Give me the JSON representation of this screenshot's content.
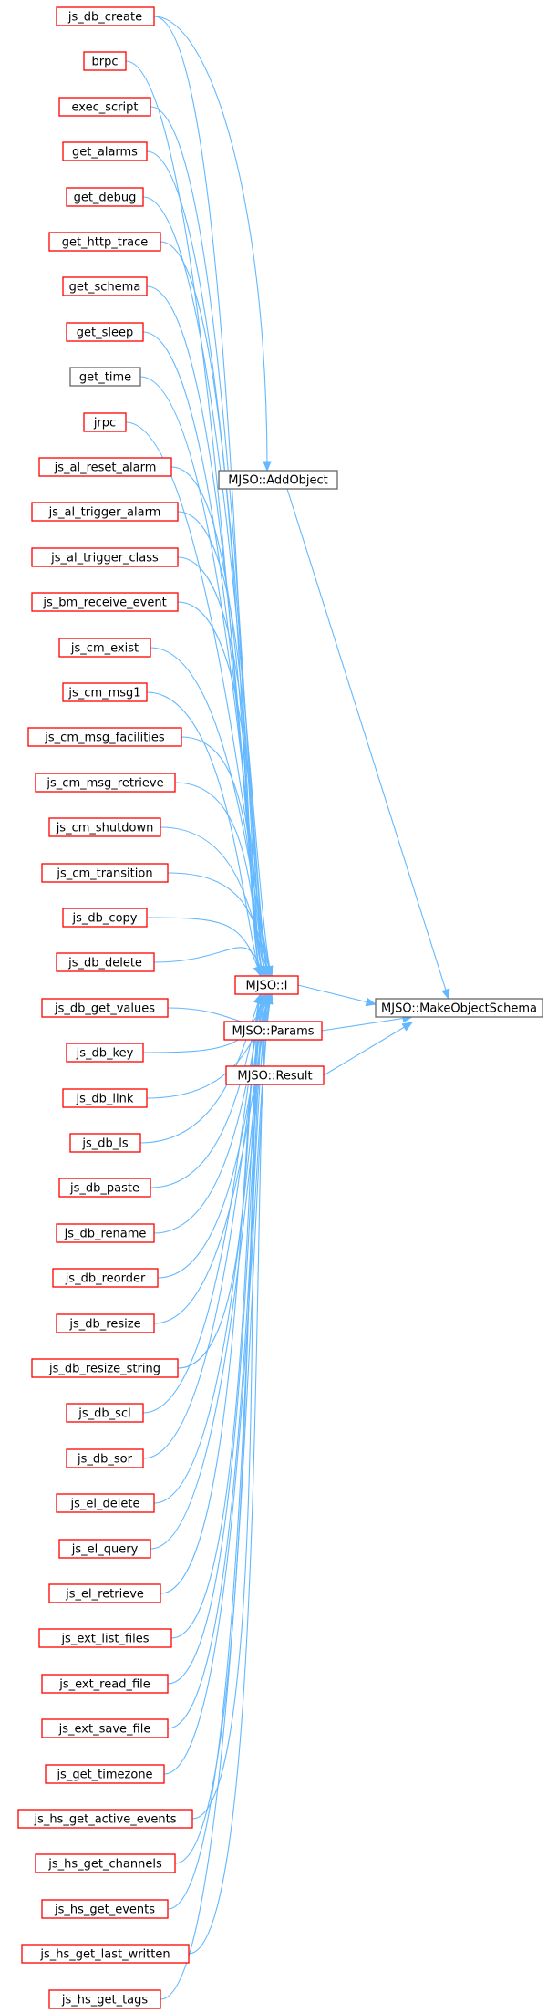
{
  "colors": {
    "edge": "#63b8ff",
    "red_border": "#ff0000",
    "gray_border": "#666666",
    "focus_fill": "#999999",
    "focus_border": "#666666"
  },
  "diagram": {
    "target": {
      "label": "MJSO::MakeObjectSchema",
      "style": "focus"
    },
    "middle": [
      {
        "id": "addobject",
        "label": "MJSO::AddObject",
        "style": "gray"
      },
      {
        "id": "i",
        "label": "MJSO::I",
        "style": "red"
      },
      {
        "id": "params",
        "label": "MJSO::Params",
        "style": "red"
      },
      {
        "id": "result",
        "label": "MJSO::Result",
        "style": "red"
      }
    ],
    "callers": [
      {
        "label": "js_db_create",
        "style": "red"
      },
      {
        "label": "brpc",
        "style": "red"
      },
      {
        "label": "exec_script",
        "style": "red"
      },
      {
        "label": "get_alarms",
        "style": "red"
      },
      {
        "label": "get_debug",
        "style": "red"
      },
      {
        "label": "get_http_trace",
        "style": "red"
      },
      {
        "label": "get_schema",
        "style": "red"
      },
      {
        "label": "get_sleep",
        "style": "red"
      },
      {
        "label": "get_time",
        "style": "gray"
      },
      {
        "label": "jrpc",
        "style": "red"
      },
      {
        "label": "js_al_reset_alarm",
        "style": "red"
      },
      {
        "label": "js_al_trigger_alarm",
        "style": "red"
      },
      {
        "label": "js_al_trigger_class",
        "style": "red"
      },
      {
        "label": "js_bm_receive_event",
        "style": "red"
      },
      {
        "label": "js_cm_exist",
        "style": "red"
      },
      {
        "label": "js_cm_msg1",
        "style": "red"
      },
      {
        "label": "js_cm_msg_facilities",
        "style": "red"
      },
      {
        "label": "js_cm_msg_retrieve",
        "style": "red"
      },
      {
        "label": "js_cm_shutdown",
        "style": "red"
      },
      {
        "label": "js_cm_transition",
        "style": "red"
      },
      {
        "label": "js_db_copy",
        "style": "red"
      },
      {
        "label": "js_db_delete",
        "style": "red"
      },
      {
        "label": "js_db_get_values",
        "style": "red"
      },
      {
        "label": "js_db_key",
        "style": "red"
      },
      {
        "label": "js_db_link",
        "style": "red"
      },
      {
        "label": "js_db_ls",
        "style": "red"
      },
      {
        "label": "js_db_paste",
        "style": "red"
      },
      {
        "label": "js_db_rename",
        "style": "red"
      },
      {
        "label": "js_db_reorder",
        "style": "red"
      },
      {
        "label": "js_db_resize",
        "style": "red"
      },
      {
        "label": "js_db_resize_string",
        "style": "red"
      },
      {
        "label": "js_db_scl",
        "style": "red"
      },
      {
        "label": "js_db_sor",
        "style": "red"
      },
      {
        "label": "js_el_delete",
        "style": "red"
      },
      {
        "label": "js_el_query",
        "style": "red"
      },
      {
        "label": "js_el_retrieve",
        "style": "red"
      },
      {
        "label": "js_ext_list_files",
        "style": "red"
      },
      {
        "label": "js_ext_read_file",
        "style": "red"
      },
      {
        "label": "js_ext_save_file",
        "style": "red"
      },
      {
        "label": "js_get_timezone",
        "style": "red"
      },
      {
        "label": "js_hs_get_active_events",
        "style": "red"
      },
      {
        "label": "js_hs_get_channels",
        "style": "red"
      },
      {
        "label": "js_hs_get_events",
        "style": "red"
      },
      {
        "label": "js_hs_get_last_written",
        "style": "red"
      },
      {
        "label": "js_hs_get_tags",
        "style": "red"
      }
    ]
  }
}
